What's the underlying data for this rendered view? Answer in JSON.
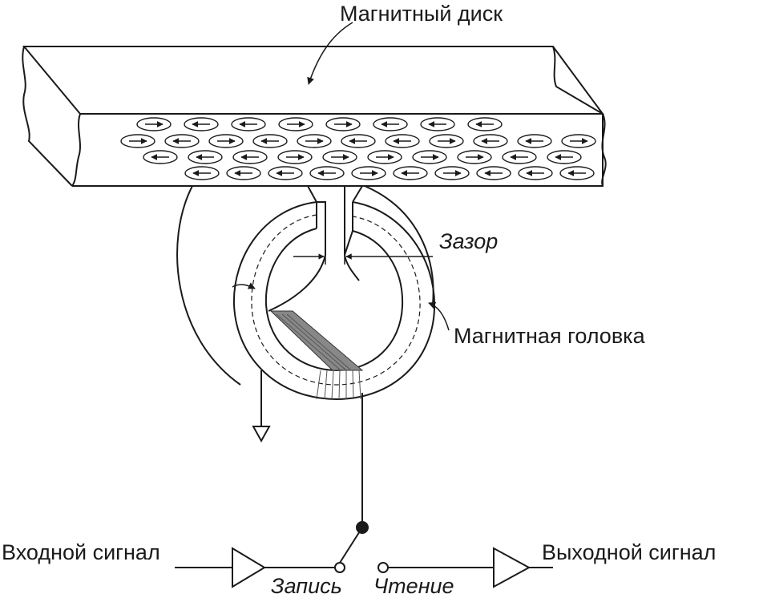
{
  "labels": {
    "disk": "Магнитный диск",
    "gap": "Зазор",
    "head": "Магнитная головка",
    "input": "Входной сигнал",
    "output": "Выходной сигнал",
    "write": "Запись",
    "read": "Чтение"
  },
  "domains": [
    {
      "row": 1,
      "dirs": [
        "right",
        "left",
        "left",
        "right",
        "right",
        "left",
        "left",
        "left"
      ]
    },
    {
      "row": 2,
      "dirs": [
        "right",
        "left",
        "right",
        "left",
        "right",
        "left",
        "left",
        "right",
        "left",
        "left",
        "right"
      ]
    },
    {
      "row": 3,
      "dirs": [
        "left",
        "left",
        "left",
        "right",
        "right",
        "right",
        "right",
        "right",
        "left",
        "left"
      ]
    },
    {
      "row": 4,
      "dirs": [
        "left",
        "left",
        "left",
        "left",
        "right",
        "left",
        "right",
        "left",
        "left",
        "left"
      ]
    }
  ],
  "colors": {
    "stroke": "#1a1a1a",
    "background": "#ffffff",
    "coil": "#555555"
  }
}
